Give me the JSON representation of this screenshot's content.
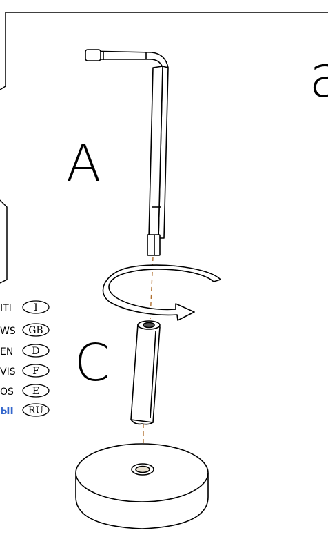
{
  "labels": {
    "step_letter": "a",
    "part_a": "A",
    "part_c": "C"
  },
  "languages": [
    {
      "text": "ITI",
      "code": "I"
    },
    {
      "text": "WS",
      "code": "GB"
    },
    {
      "text": "EN",
      "code": "D"
    },
    {
      "text": "VIS",
      "code": "F"
    },
    {
      "text": "OS",
      "code": "E"
    },
    {
      "text": "ЫI",
      "code": "RU"
    }
  ],
  "icons": {
    "allen_key": "hex-key-icon",
    "rotation": "rotate-arrow-icon",
    "standoff": "threaded-spacer-icon",
    "base": "round-base-icon"
  },
  "colors": {
    "stroke": "#000000",
    "guide_line": "#b07030",
    "cyrillic_text": "#3366cc"
  }
}
